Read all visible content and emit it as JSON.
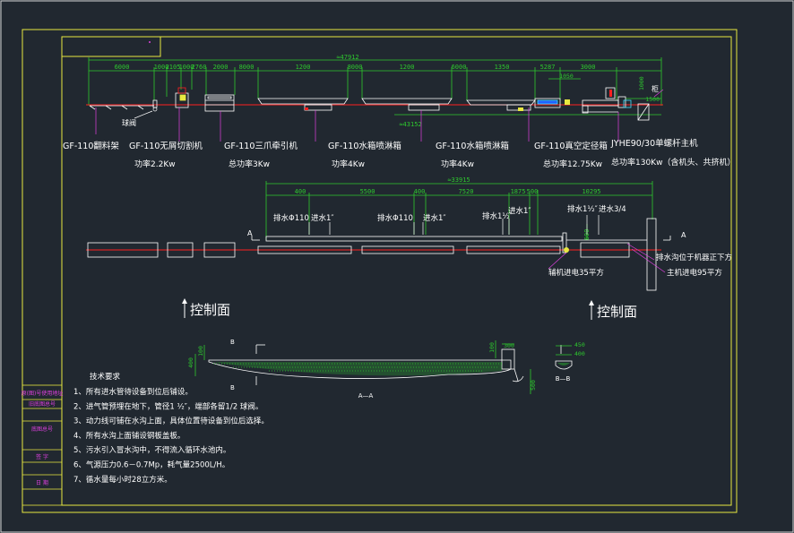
{
  "colors": {
    "background": "#212830",
    "frame": "#e8e840",
    "equipment": "#ffffff",
    "dimension": "#2ec82e",
    "label": "#e040e0",
    "centerline": "#ff2020",
    "accent_cyan": "#40e0ff"
  },
  "top_view": {
    "overall_dim": "≈47912",
    "segment_dims": [
      "6000",
      "1000",
      "2105",
      "1000",
      "2760",
      "2000",
      "8000",
      "1200",
      "8000",
      "1200",
      "6000",
      "1350",
      "5287",
      "3000"
    ],
    "vertical_dims": [
      "1050",
      "1500",
      "1000"
    ],
    "lower_dim": "≈43152",
    "ball_valve_label": "球阀",
    "cabinet_label": "柜"
  },
  "equipment_labels": [
    {
      "name": "GF-110翻料架",
      "power": ""
    },
    {
      "name": "GF-110无屑切割机",
      "power": "功率2.2Kw"
    },
    {
      "name": "GF-110三爪牵引机",
      "power": "总功率3Kw"
    },
    {
      "name": "GF-110水箱喷淋箱",
      "power": "功率4Kw"
    },
    {
      "name": "GF-110水箱喷淋箱",
      "power": "功率4Kw"
    },
    {
      "name": "GF-110真空定径箱",
      "power": "总功率12.75Kw"
    },
    {
      "name": "JYHE90/30单螺杆主机",
      "power": "总功率130Kw（含机头、共挤机）"
    }
  ],
  "piping_view": {
    "overall_dim": "≈33915",
    "dims": [
      "400",
      "5500",
      "400",
      "7520",
      "1875",
      "500",
      "10295"
    ],
    "pipe_labels": [
      "排水Φ110",
      "进水1″",
      "排水Φ110",
      "进水1″",
      "排水1½″",
      "进水1″",
      "排水1½″",
      "进水3/4"
    ],
    "notes": [
      "排水沟位于机器正下方",
      "主机进电95平方",
      "辅机进电35平方"
    ],
    "section_mark": "A",
    "small_dim": "600"
  },
  "control_faces": [
    "控制面",
    "控制面"
  ],
  "section_view": {
    "mark": "B",
    "title_aa": "A—A",
    "title_bb": "B—B",
    "dims": [
      "400",
      "100",
      "100",
      "300",
      "500",
      "450",
      "400"
    ]
  },
  "tech_requirements": {
    "title": "技术要求",
    "items": [
      "1、所有进水管待设备到位后铺设。",
      "2、进气管预埋在地下，管径1 ½″，端部各留1/2 球阀。",
      "3、动力线可铺在水沟上面，具体位置待设备到位后选择。",
      "4、所有水沟上面铺设钢板盖板。",
      "5、污水引入冒水沟中，不得流入循环水池内。",
      "6、气源压力0.6－0.7Mp，耗气量2500L/H。",
      "7、循水量每小时28立方米。"
    ]
  },
  "title_block": {
    "rows": [
      "原(图)号使用地址",
      "旧底图总号",
      "底图总号",
      "签 字",
      "日 期"
    ]
  }
}
